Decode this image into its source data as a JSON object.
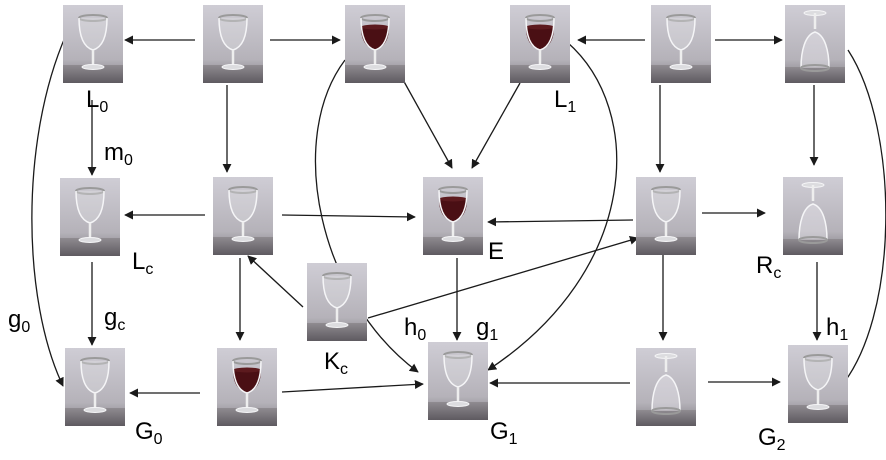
{
  "labels": {
    "L0": {
      "base": "L",
      "sub": "0"
    },
    "L1": {
      "base": "L",
      "sub": "1"
    },
    "m0": {
      "base": "m",
      "sub": "0"
    },
    "Lc": {
      "base": "L",
      "sub": "c"
    },
    "E": {
      "base": "E",
      "sub": ""
    },
    "Rc": {
      "base": "R",
      "sub": "c"
    },
    "g0": {
      "base": "g",
      "sub": "0"
    },
    "gc": {
      "base": "g",
      "sub": "c"
    },
    "h0": {
      "base": "h",
      "sub": "0"
    },
    "g1": {
      "base": "g",
      "sub": "1"
    },
    "h1": {
      "base": "h",
      "sub": "1"
    },
    "Kc": {
      "base": "K",
      "sub": "c"
    },
    "G0": {
      "base": "G",
      "sub": "0"
    },
    "G1": {
      "base": "G",
      "sub": "1"
    },
    "G2": {
      "base": "G",
      "sub": "2"
    }
  },
  "nodes": [
    {
      "id": "n1",
      "glass": "empty-glass"
    },
    {
      "id": "n2",
      "glass": "empty-glass"
    },
    {
      "id": "n3",
      "glass": "wine-glass"
    },
    {
      "id": "n4",
      "glass": "wine-glass"
    },
    {
      "id": "n5",
      "glass": "empty-glass"
    },
    {
      "id": "n6",
      "glass": "inverted-glass"
    },
    {
      "id": "n7",
      "glass": "empty-glass"
    },
    {
      "id": "n8",
      "glass": "empty-glass"
    },
    {
      "id": "n9",
      "glass": "wine-glass"
    },
    {
      "id": "n10",
      "glass": "empty-glass"
    },
    {
      "id": "n11",
      "glass": "inverted-glass"
    },
    {
      "id": "n12",
      "glass": "empty-glass"
    },
    {
      "id": "n13",
      "glass": "empty-glass"
    },
    {
      "id": "n14",
      "glass": "wine-glass"
    },
    {
      "id": "n15",
      "glass": "empty-glass"
    },
    {
      "id": "n16",
      "glass": "inverted-glass"
    },
    {
      "id": "n17",
      "glass": "empty-glass"
    }
  ],
  "colors": {
    "arrow": "#1a1a1a",
    "photo_bg_top": "#c9c7cf",
    "photo_bg_bottom": "#8d8a90",
    "wine": "#4a0f14",
    "glass_outline": "#f4f4f6",
    "rim": "#a0a0a0"
  }
}
